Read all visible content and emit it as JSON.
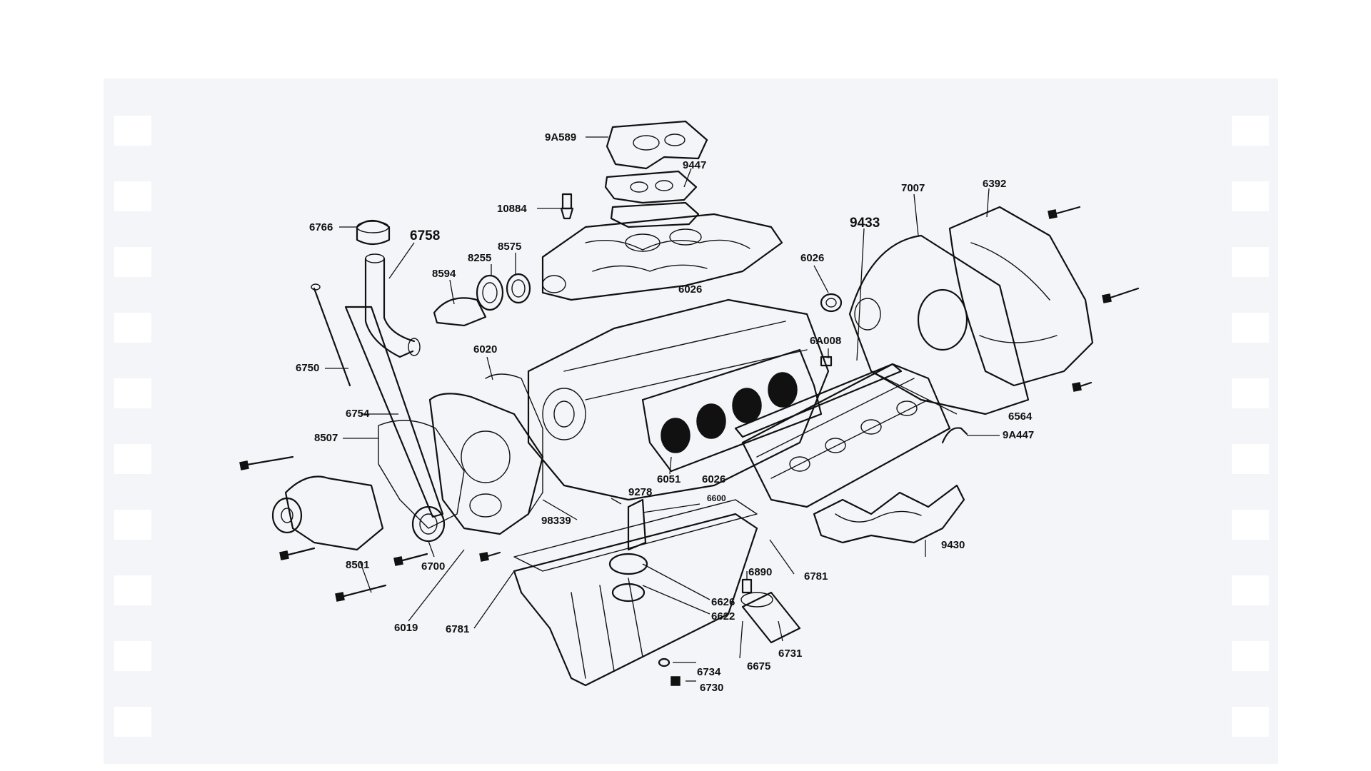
{
  "diagram": {
    "labels": {
      "p9A589": "9A589",
      "p9447": "9447",
      "p10884": "10884",
      "p6766": "6766",
      "p6758": "6758",
      "p8255": "8255",
      "p8575": "8575",
      "p8594": "8594",
      "p6026_top": "6026",
      "p6026_mid": "6026",
      "p6026_low": "6026",
      "p9433": "9433",
      "p7007": "7007",
      "p6392": "6392",
      "p6A008": "6A008",
      "p6020": "6020",
      "p6750": "6750",
      "p6754": "6754",
      "p8507": "8507",
      "p6564": "6564",
      "p9A447": "9A447",
      "p6051": "6051",
      "p9278": "9278",
      "p6600": "6600",
      "p98339": "98339",
      "p9430": "9430",
      "p8501": "8501",
      "p6700": "6700",
      "p6890": "6890",
      "p6781_right": "6781",
      "p6626": "6626",
      "p6622": "6622",
      "p6019": "6019",
      "p6781_left": "6781",
      "p6731": "6731",
      "p6734": "6734",
      "p6675": "6675",
      "p6730": "6730"
    }
  }
}
